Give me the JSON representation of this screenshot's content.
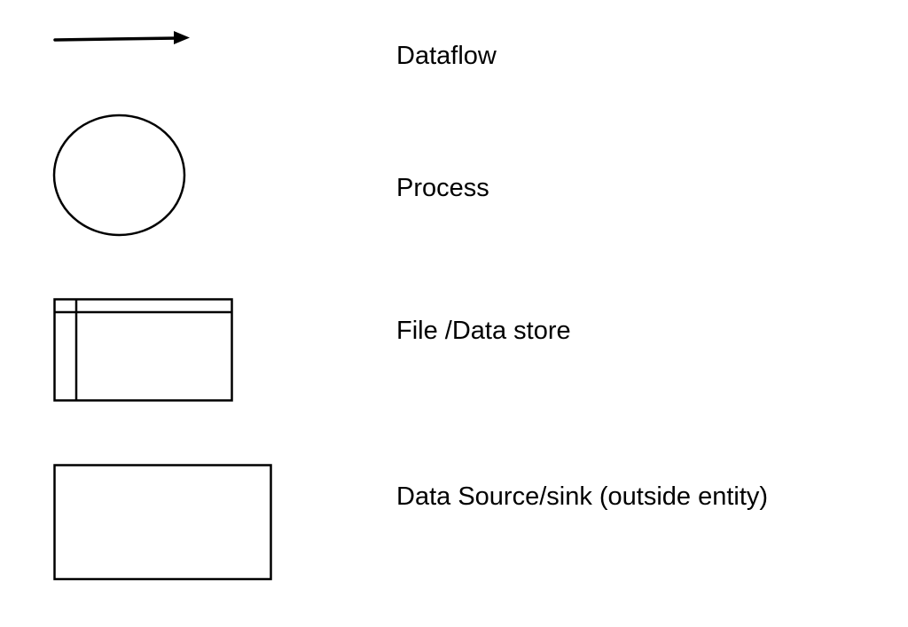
{
  "legend": {
    "items": [
      {
        "symbol": "arrow-icon",
        "label": "Dataflow"
      },
      {
        "symbol": "circle-icon",
        "label": "Process"
      },
      {
        "symbol": "data-store-icon",
        "label": "File /Data store"
      },
      {
        "symbol": "rectangle-icon",
        "label": "Data Source/sink (outside entity)"
      }
    ]
  },
  "colors": {
    "stroke": "#000000",
    "background": "#ffffff",
    "text": "#000000"
  }
}
